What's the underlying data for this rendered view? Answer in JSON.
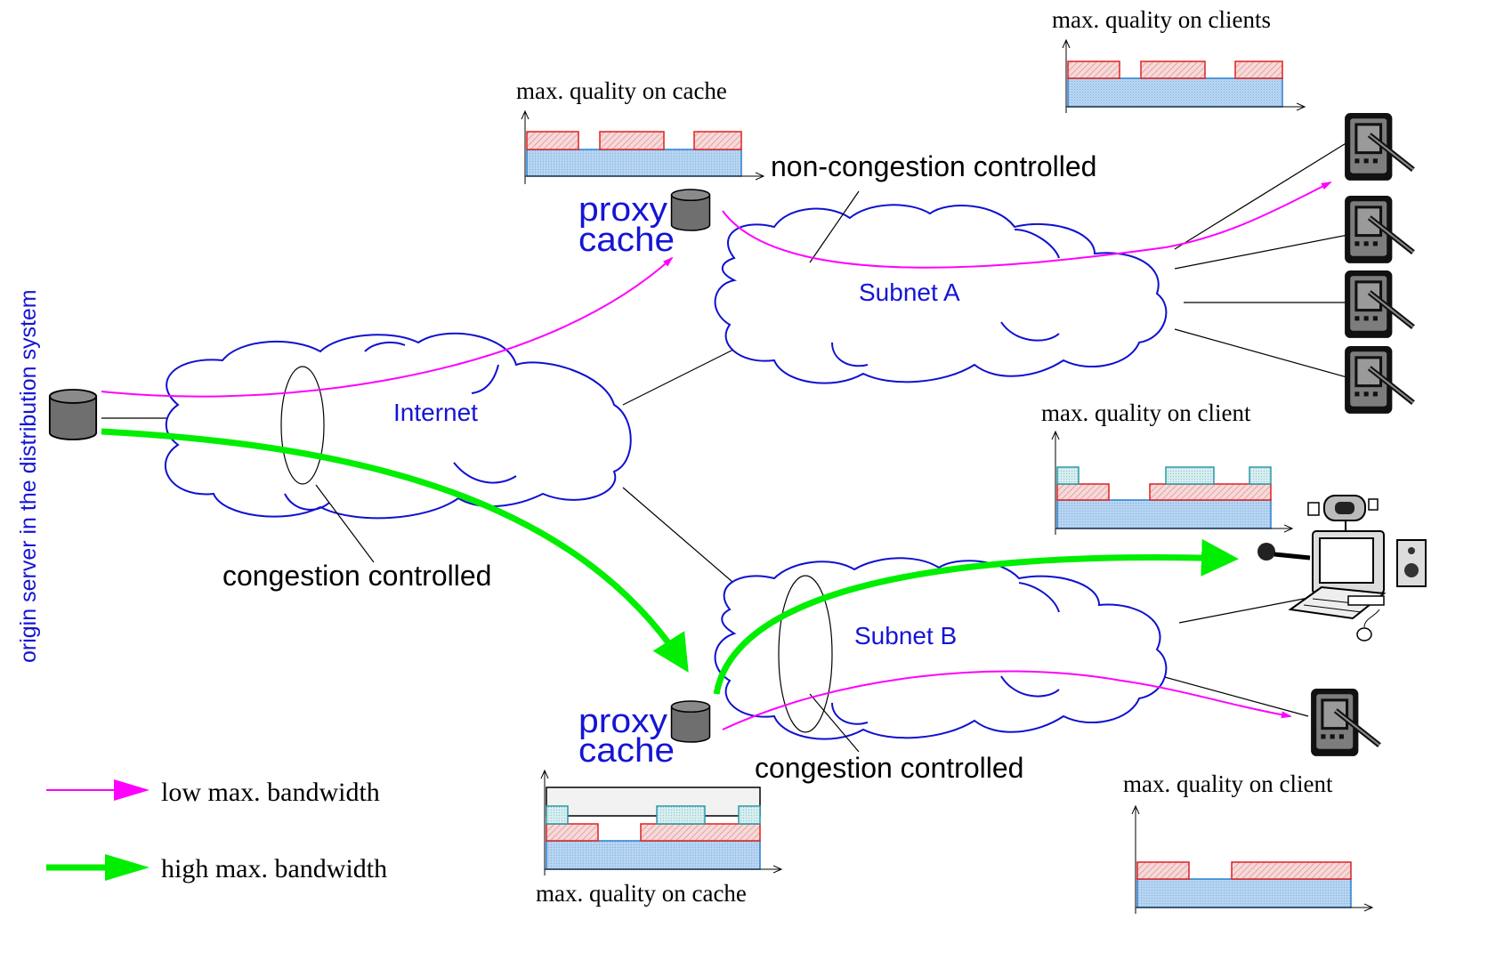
{
  "vertical_label": "origin server in the distribution system",
  "networks": {
    "internet": "Internet",
    "subnet_a": "Subnet A",
    "subnet_b": "Subnet B"
  },
  "proxies": {
    "top": {
      "line1": "proxy",
      "line2": "cache"
    },
    "bottom": {
      "line1": "proxy",
      "line2": "cache"
    }
  },
  "annotations": {
    "congestion_internet": "congestion controlled",
    "congestion_subnet_b": "congestion controlled",
    "non_congestion": "non-congestion controlled"
  },
  "quality_charts": {
    "cache_top": "max. quality on cache",
    "clients_a": "max. quality on clients",
    "client_b_pc": "max. quality on client",
    "cache_bottom": "max. quality on cache",
    "client_b_pda": "max. quality on client"
  },
  "legend": {
    "low": "low max. bandwidth",
    "high": "high max. bandwidth"
  },
  "colors": {
    "cloud": "#1010d0",
    "label_blue": "#1515d5",
    "low_bandwidth": "#ff00ff",
    "high_bandwidth": "#00ee00",
    "base_layer": "#3a8fd8",
    "enhancement_layer": "#e02020",
    "top_layer": "#2a9aa6"
  }
}
